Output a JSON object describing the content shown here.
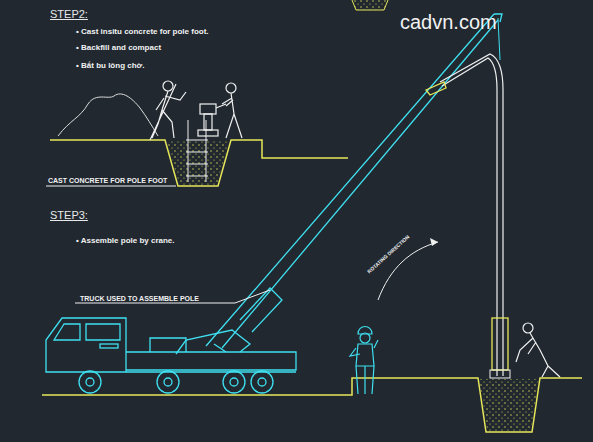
{
  "diagram": {
    "labels": [
      "STEP2:",
      "• Cast insitu concrete for pole foot.",
      "• Backfill and compact",
      "• Bắt bu lông chờ.",
      "CAST CONCRETE FOR POLE FOOT",
      "STEP3:",
      "• Assemble pole by crane.",
      "TRUCK USED TO ASSEMBLE POLE",
      "ROTATING DIRECTION",
      "cadvn.com"
    ]
  }
}
